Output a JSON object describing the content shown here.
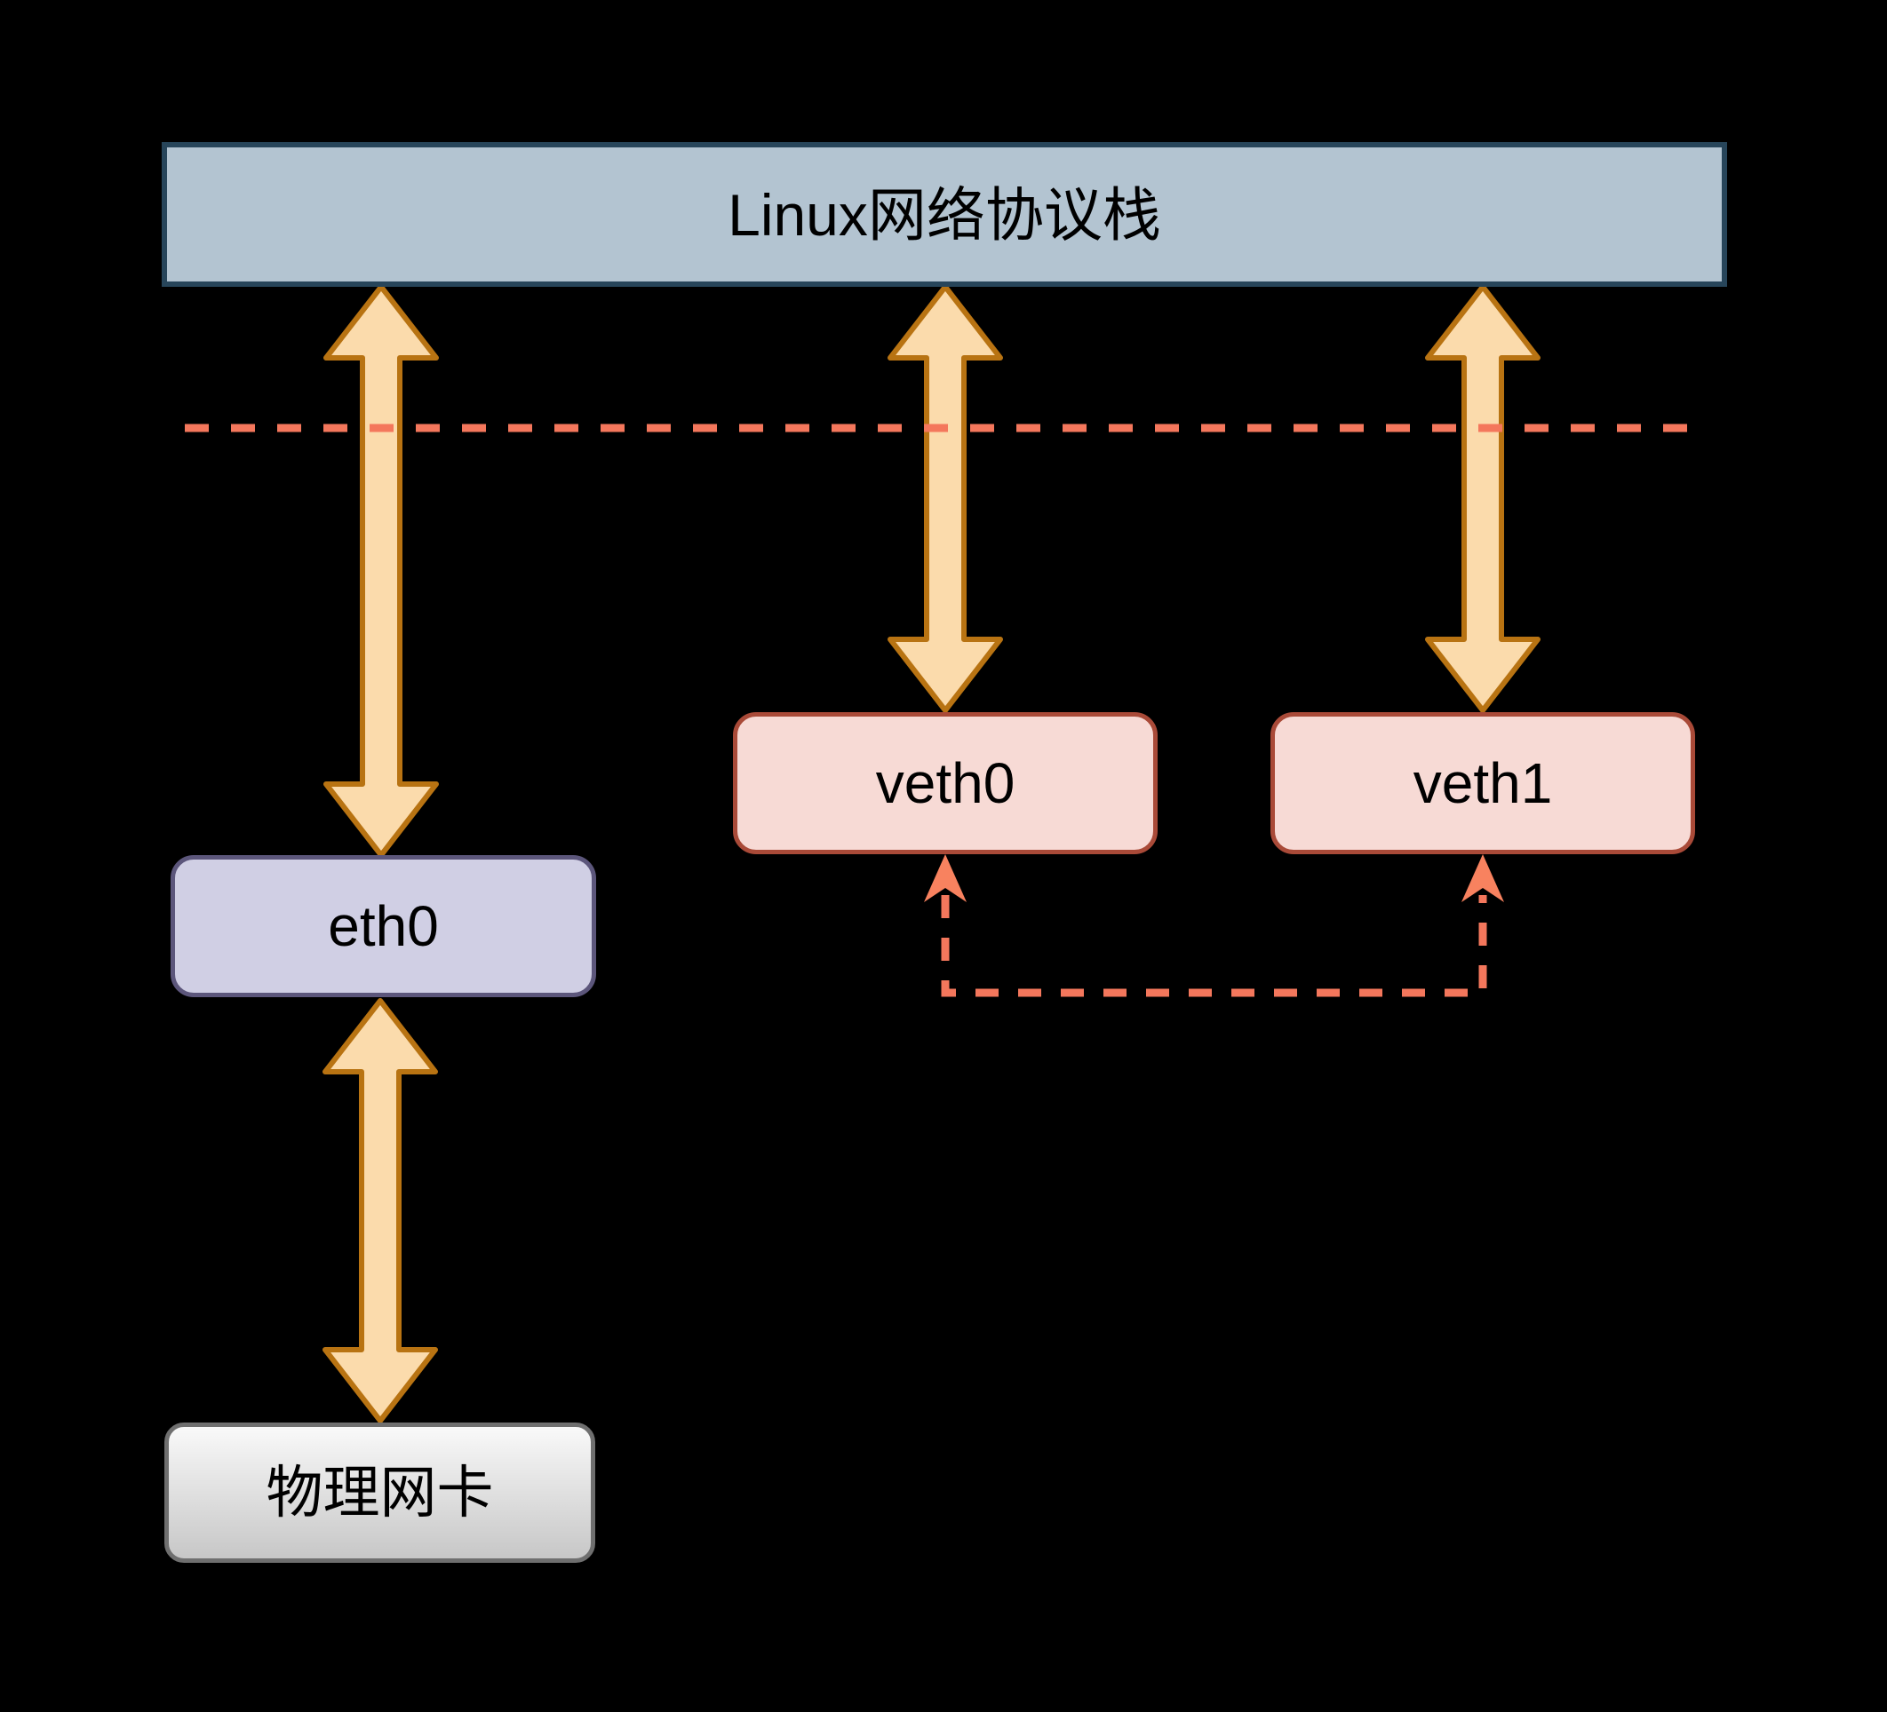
{
  "title_box": {
    "label": "Linux网络协议栈"
  },
  "nodes": {
    "eth0": {
      "label": "eth0"
    },
    "veth0": {
      "label": "veth0"
    },
    "veth1": {
      "label": "veth1"
    },
    "physical_nic": {
      "label": "物理网卡"
    }
  },
  "edges": [
    {
      "from": "Linux网络协议栈",
      "to": "eth0",
      "type": "double-arrow"
    },
    {
      "from": "Linux网络协议栈",
      "to": "veth0",
      "type": "double-arrow"
    },
    {
      "from": "Linux网络协议栈",
      "to": "veth1",
      "type": "double-arrow"
    },
    {
      "from": "eth0",
      "to": "物理网卡",
      "type": "double-arrow"
    },
    {
      "from": "veth0",
      "to": "veth1",
      "type": "dashed-double-arrow"
    }
  ],
  "colors": {
    "background": "#000000",
    "stack_box_fill": "#b3c4d1",
    "stack_box_border": "#27455a",
    "eth0_fill": "#d0cfe4",
    "eth0_border": "#5c567b",
    "veth_fill": "#f7dad5",
    "veth_border": "#a94a38",
    "nic_fill_top": "#f9f9f9",
    "nic_fill_bottom": "#c7c7c7",
    "nic_border": "#6f6f6f",
    "arrow_fill": "#fbdbac",
    "arrow_border": "#b87312",
    "dash_color": "#f4775c",
    "connector_arrowhead": "#f8825f"
  }
}
